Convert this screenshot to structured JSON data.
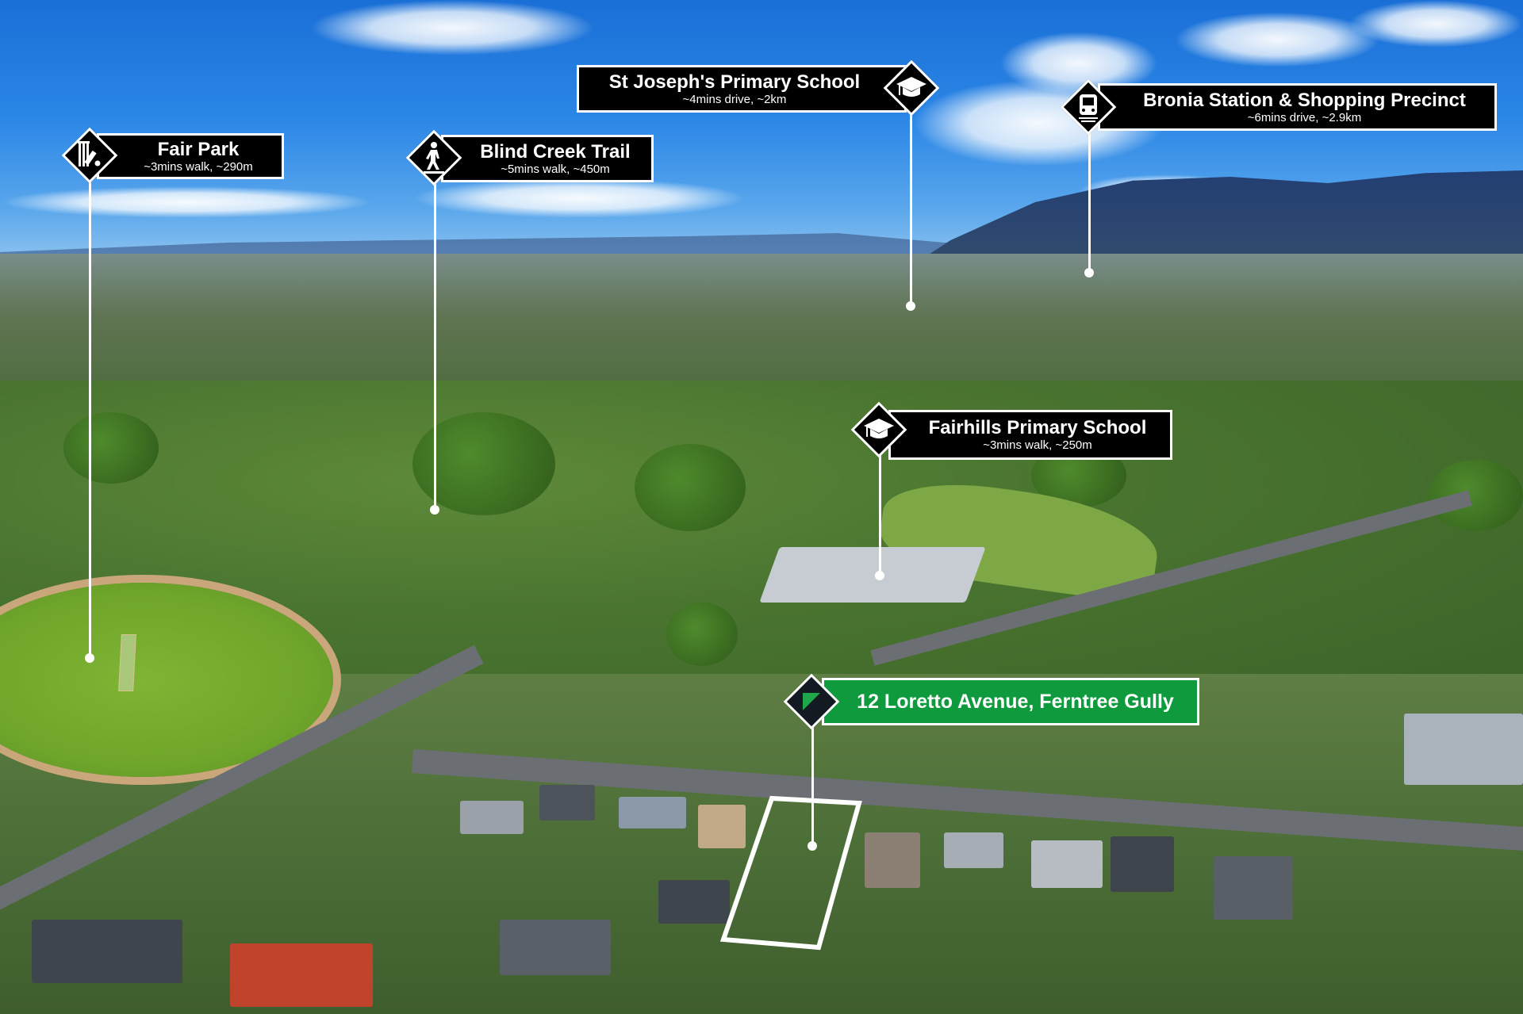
{
  "scene": {
    "description": "Aerial real estate photo with amenity callout labels",
    "colors": {
      "label_bg": "#000000",
      "label_border": "#ffffff",
      "property_label_bg": "#0f9a3e",
      "sky": "#2b86e6"
    }
  },
  "labels": [
    {
      "id": "fair-park",
      "title": "Fair Park",
      "subtitle": "~3mins walk, ~290m",
      "icon": "cricket-icon"
    },
    {
      "id": "blind-creek-trail",
      "title": "Blind Creek Trail",
      "subtitle": "~5mins walk, ~450m",
      "icon": "pedestrian-icon"
    },
    {
      "id": "st-josephs",
      "title": "St Joseph's Primary School",
      "subtitle": "~4mins drive, ~2km",
      "icon": "graduation-cap-icon"
    },
    {
      "id": "bronia-station",
      "title": "Bronia Station & Shopping Precinct",
      "subtitle": "~6mins drive, ~2.9km",
      "icon": "train-icon"
    },
    {
      "id": "fairhills",
      "title": "Fairhills Primary School",
      "subtitle": "~3mins walk, ~250m",
      "icon": "graduation-cap-icon"
    }
  ],
  "property": {
    "address": "12 Loretto Avenue, Ferntree Gully",
    "icon": "brand-triangle-icon"
  }
}
